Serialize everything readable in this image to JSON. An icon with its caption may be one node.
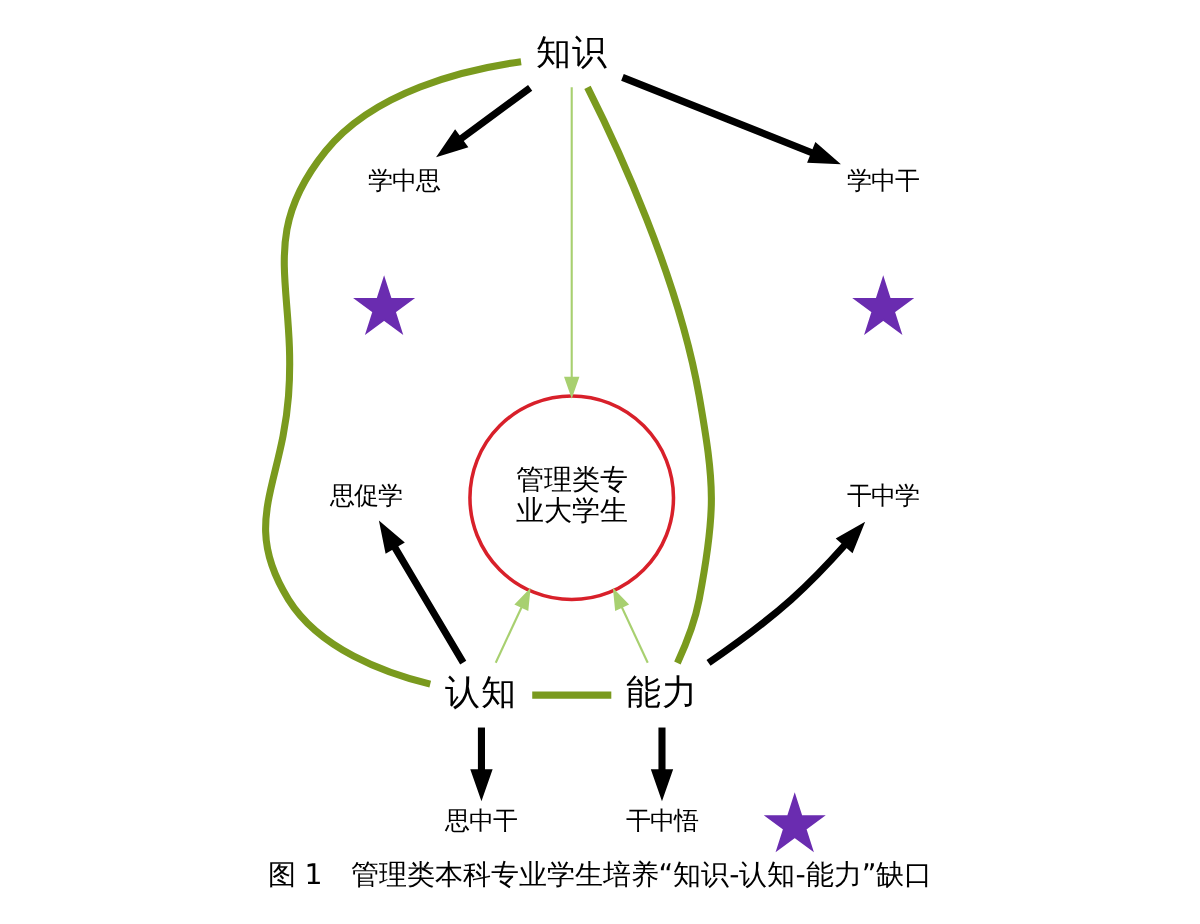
{
  "diagram": {
    "caption": "图 1　管理类本科专业学生培养“知识-认知-能力”缺口",
    "nodes": [
      {
        "text": [
          "知识"
        ]
      },
      {
        "text": [
          "学中思"
        ]
      },
      {
        "text": [
          "学中干"
        ]
      },
      {
        "text": [],
        "shape": "star"
      },
      {
        "text": [],
        "shape": "star"
      },
      {
        "text": [
          "思促学"
        ]
      },
      {
        "text": [
          "管理类专业大学生"
        ]
      },
      {
        "text": [
          "干中学"
        ]
      },
      {
        "text": [
          "认知"
        ]
      },
      {
        "text": [
          "能力"
        ]
      },
      {
        "text": [
          "思中干"
        ]
      },
      {
        "text": [],
        "shape": "star"
      },
      {
        "text": [
          "干中悟"
        ]
      }
    ],
    "edges": [
      {
        "from": 0,
        "to": 1,
        "arrow": "to"
      },
      {
        "from": 0,
        "to": 2,
        "arrow": "to"
      },
      {
        "from": 8,
        "to": 5,
        "arrow": "to"
      },
      {
        "from": 9,
        "to": 7,
        "arrow": "to"
      },
      {
        "from": 8,
        "to": 10,
        "arrow": "to"
      },
      {
        "from": 9,
        "to": 12,
        "arrow": "to"
      },
      {
        "from": 0,
        "to": 8,
        "arrow": "none",
        "color": "#7a9a1e"
      },
      {
        "from": 0,
        "to": 9,
        "arrow": "none",
        "color": "#7a9a1e"
      },
      {
        "from": 8,
        "to": 9,
        "arrow": "none",
        "color": "#7a9a1e"
      },
      {
        "from": 0,
        "to": 6,
        "arrow": "to",
        "color": "#a8d070"
      },
      {
        "from": 8,
        "to": 6,
        "arrow": "to",
        "color": "#a8d070"
      },
      {
        "from": 9,
        "to": 6,
        "arrow": "to",
        "color": "#a8d070"
      }
    ]
  }
}
